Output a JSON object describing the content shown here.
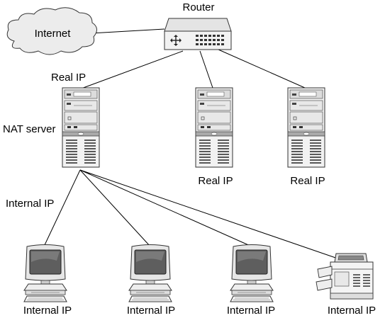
{
  "labels": {
    "router": "Router",
    "internet": "Internet",
    "nat_real_ip": "Real IP",
    "nat_server": "NAT server",
    "server2_ip": "Real IP",
    "server3_ip": "Real IP",
    "internal_ip_link": "Internal IP",
    "pc1_ip": "Internal IP",
    "pc2_ip": "Internal IP",
    "pc3_ip": "Internal IP",
    "printer_ip": "Internal IP"
  },
  "icons": {
    "cloud": "cloud-icon",
    "router": "router-icon",
    "server": "server-tower-icon",
    "pc": "desktop-computer-icon",
    "printer": "printer-icon"
  }
}
